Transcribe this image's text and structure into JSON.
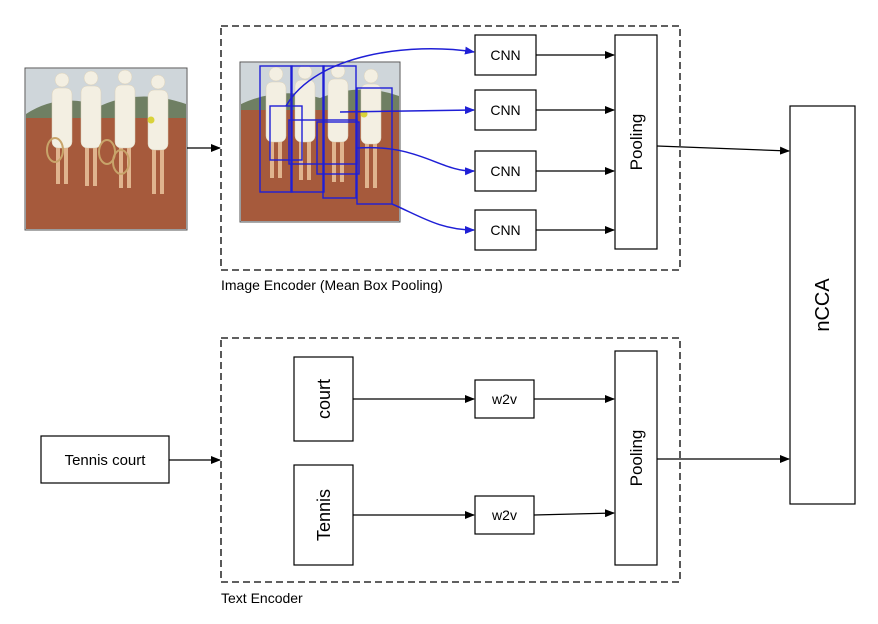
{
  "image_encoder": {
    "caption": "Image Encoder (Mean Box Pooling)",
    "cnn_labels": [
      "CNN",
      "CNN",
      "CNN",
      "CNN"
    ],
    "pooling_label": "Pooling"
  },
  "text_encoder": {
    "caption": "Text Encoder",
    "word_labels": [
      "court",
      "Tennis"
    ],
    "w2v_labels": [
      "w2v",
      "w2v"
    ],
    "pooling_label": "Pooling"
  },
  "input_text": "Tennis court",
  "output_label": "nCCA",
  "colors": {
    "stroke": "#000000",
    "proposal_box": "#1f1fd6",
    "photo_ground": "#a65a3c",
    "photo_sky": "#dfe3e6"
  }
}
